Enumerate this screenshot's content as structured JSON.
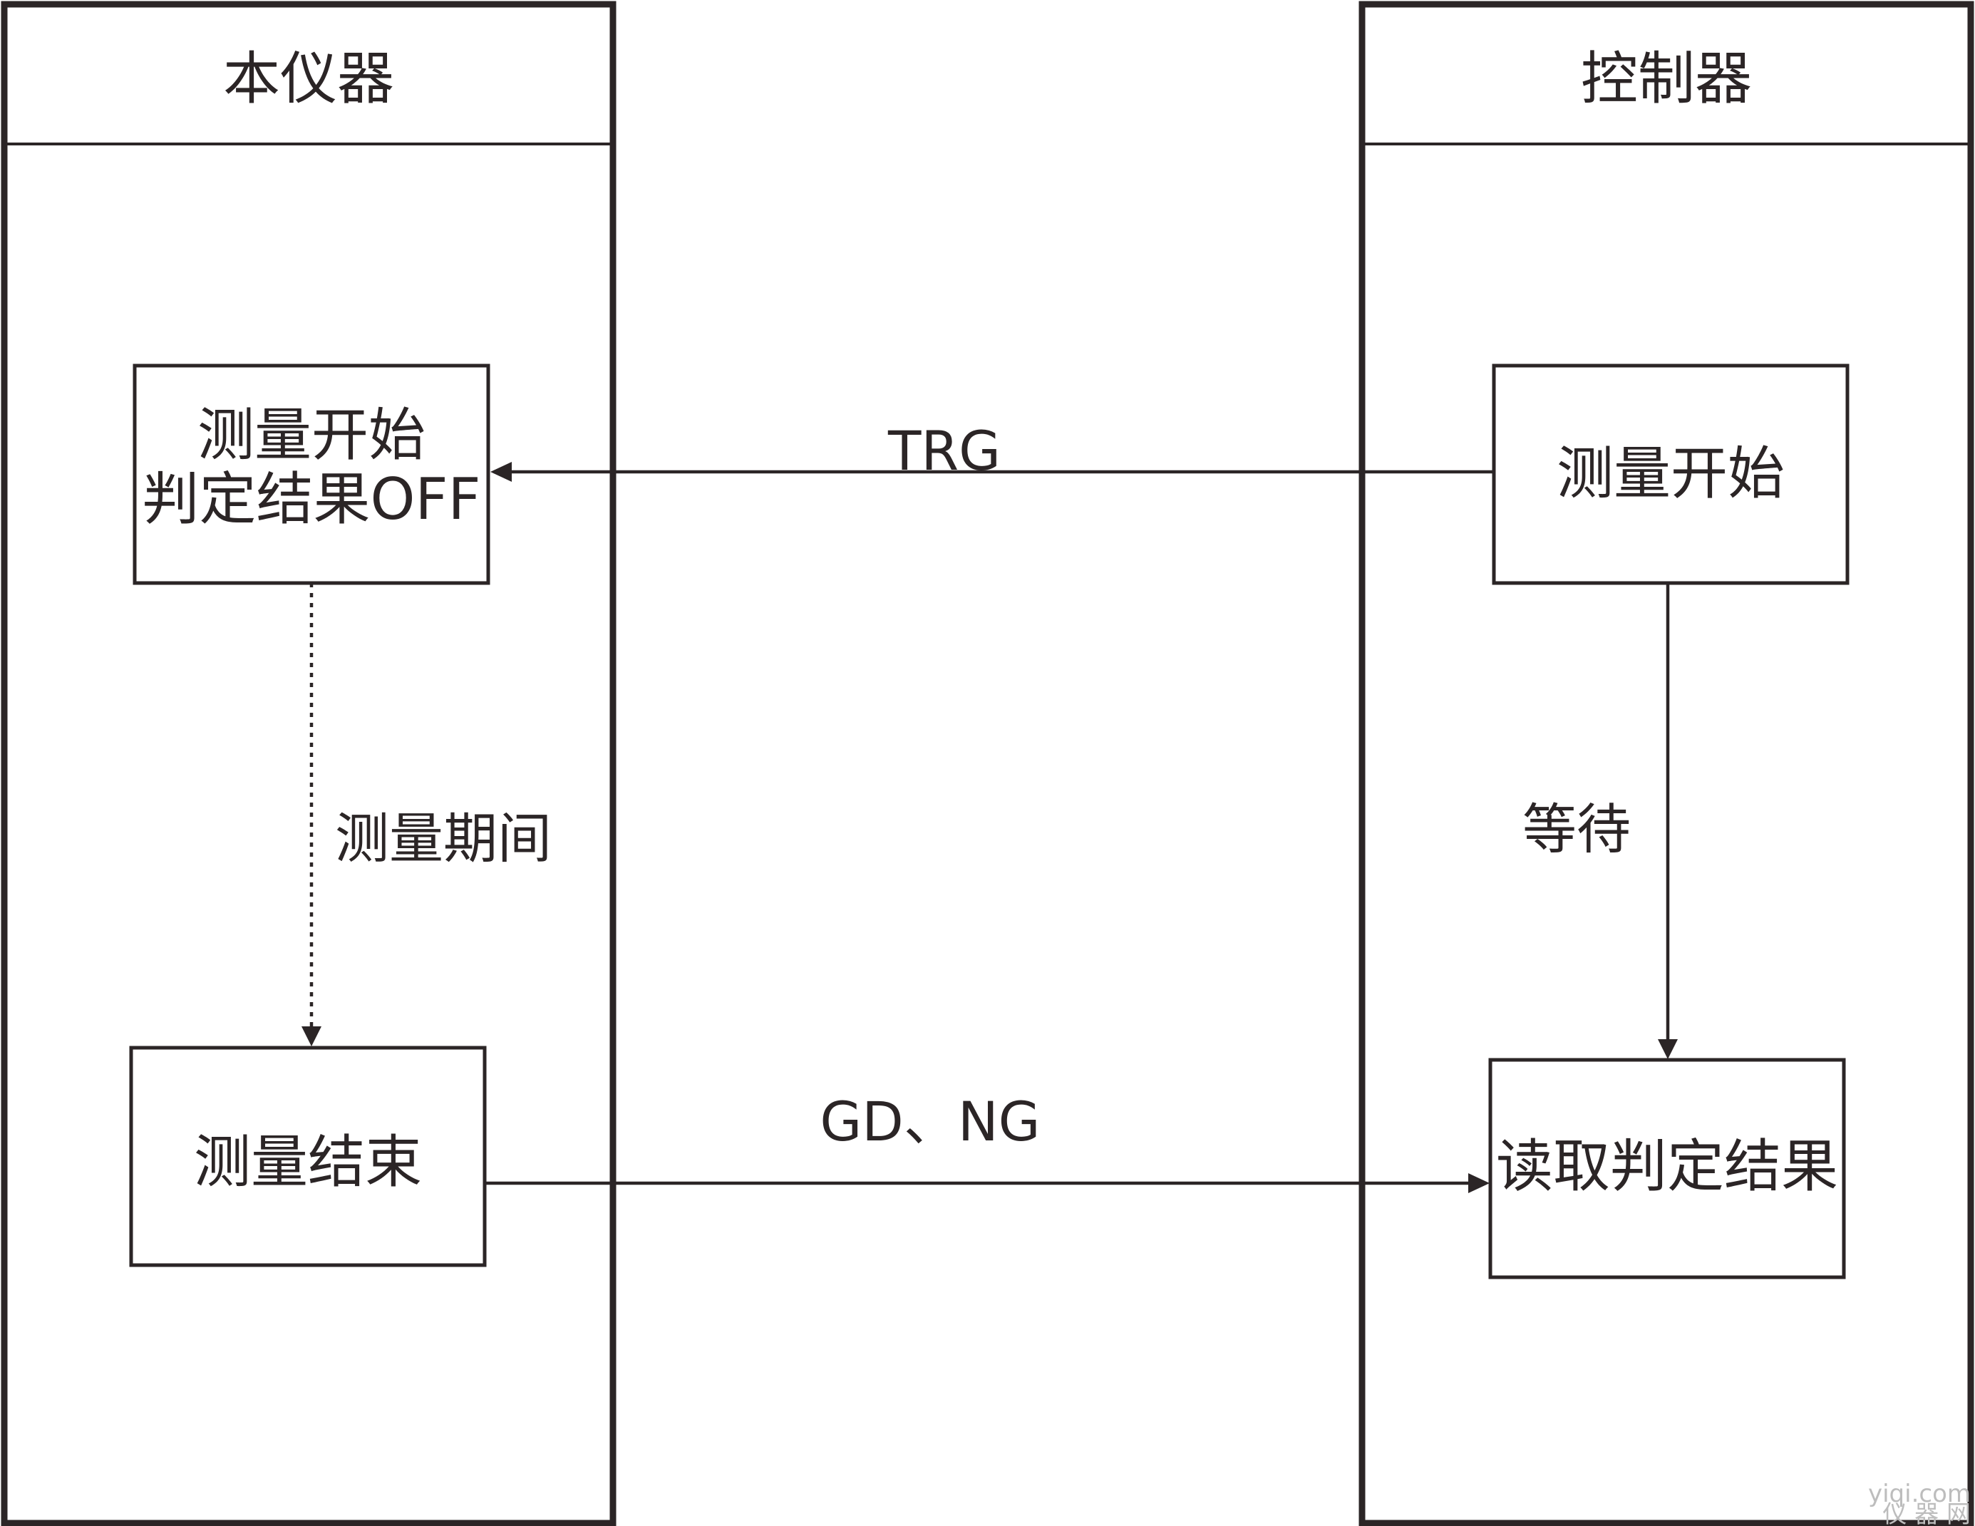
{
  "lanes": {
    "left_title": "本仪器",
    "right_title": "控制器"
  },
  "boxes": {
    "measure_start_left_line1": "测量开始",
    "measure_start_left_line2": "判定结果OFF",
    "measure_end": "测量结束",
    "measure_start_right": "测量开始",
    "read_result": "读取判定结果"
  },
  "connectors": {
    "trg": "TRG",
    "gd_ng": "GD、NG",
    "measure_period": "测量期间",
    "wait": "等待"
  },
  "watermark": {
    "line1": "yiqi.com",
    "line2": "仪 器 网"
  },
  "colors": {
    "stroke": "#2b2526",
    "background": "#ffffff"
  }
}
